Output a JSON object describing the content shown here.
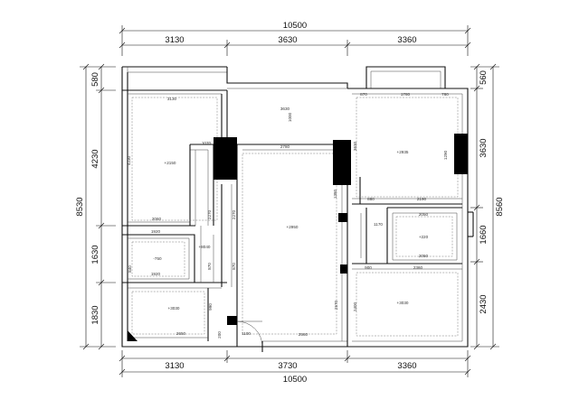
{
  "dims": {
    "top_total": "10500",
    "top_left": "3130",
    "top_mid": "3630",
    "top_right": "3360",
    "bottom_total": "10500",
    "bottom_left": "3130",
    "bottom_mid": "3730",
    "bottom_right": "3360",
    "left_total": "8530",
    "left_1": "580",
    "left_2": "4230",
    "left_3": "1630",
    "left_4": "1830",
    "right_total": "8560",
    "right_1": "560",
    "right_2": "3630",
    "right_3": "1660",
    "right_4": "2430"
  },
  "room_labels": {
    "lt_3130": "3130",
    "lt_4230": "4230",
    "lt_2060": "2060",
    "lt_h1": "+2150",
    "ct_3630": "3630",
    "ct_1000": "1000",
    "ct_2780": "2780",
    "ct_1070": "1070",
    "ct_h": "+2950",
    "ct_2560": "2560",
    "ct_2570": "2570",
    "ct_2270a": "2270",
    "ct_2270b": "2270",
    "rt_870": "870",
    "rt_1780": "1780",
    "rt_760": "760",
    "rt_3630": "3630",
    "rt_2190": "2190",
    "rt_880": "880",
    "rt_h": "+2935",
    "rt_1290": "1290",
    "rt_1380": "1380",
    "mr_2050a": "2050",
    "mr_2050b": "2050",
    "mr_1170": "1170",
    "mr_h": "+220",
    "mr_2360": "2360",
    "mr_900": "900",
    "br_h": "+3030",
    "br_2400": "2400",
    "ml_1920a": "1920",
    "ml_1920b": "1920",
    "ml_h": "-750",
    "ml_840": "840",
    "bl_h": "+3030",
    "bl_2650": "2650",
    "bl_1100": "1100",
    "bl_990": "990",
    "bl_200": "200",
    "mid_8040": "+8040",
    "mid_870a": "870",
    "mid_870b": "870"
  }
}
